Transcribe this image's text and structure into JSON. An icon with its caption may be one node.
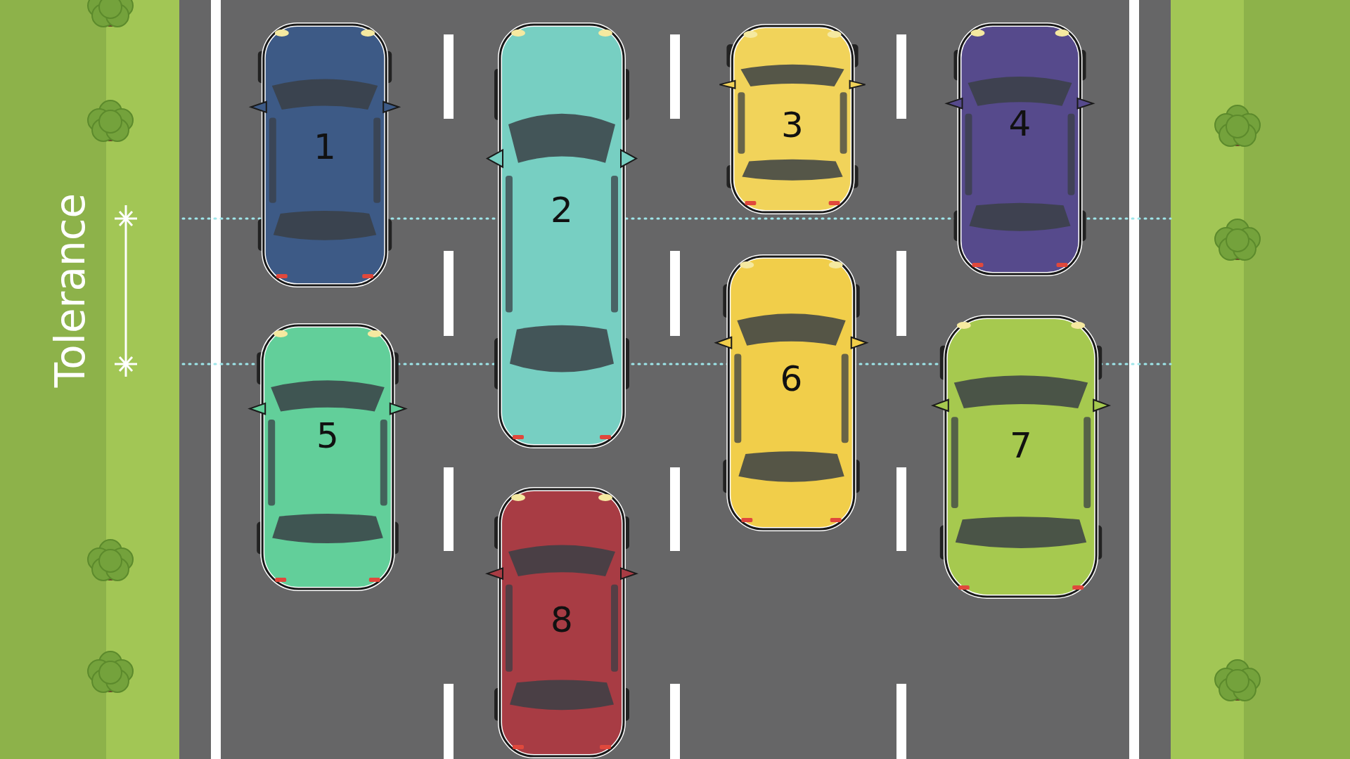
{
  "diagram": {
    "nodes": [
      {
        "text": [
          "1"
        ]
      },
      {
        "text": [
          "2"
        ]
      },
      {
        "text": [
          "3"
        ]
      },
      {
        "text": [
          "4"
        ]
      },
      {
        "text": [
          "5"
        ]
      },
      {
        "text": [
          "6"
        ]
      },
      {
        "text": [
          "7"
        ]
      },
      {
        "text": [
          "8"
        ]
      }
    ],
    "labels": [
      "Tolerance"
    ]
  }
}
